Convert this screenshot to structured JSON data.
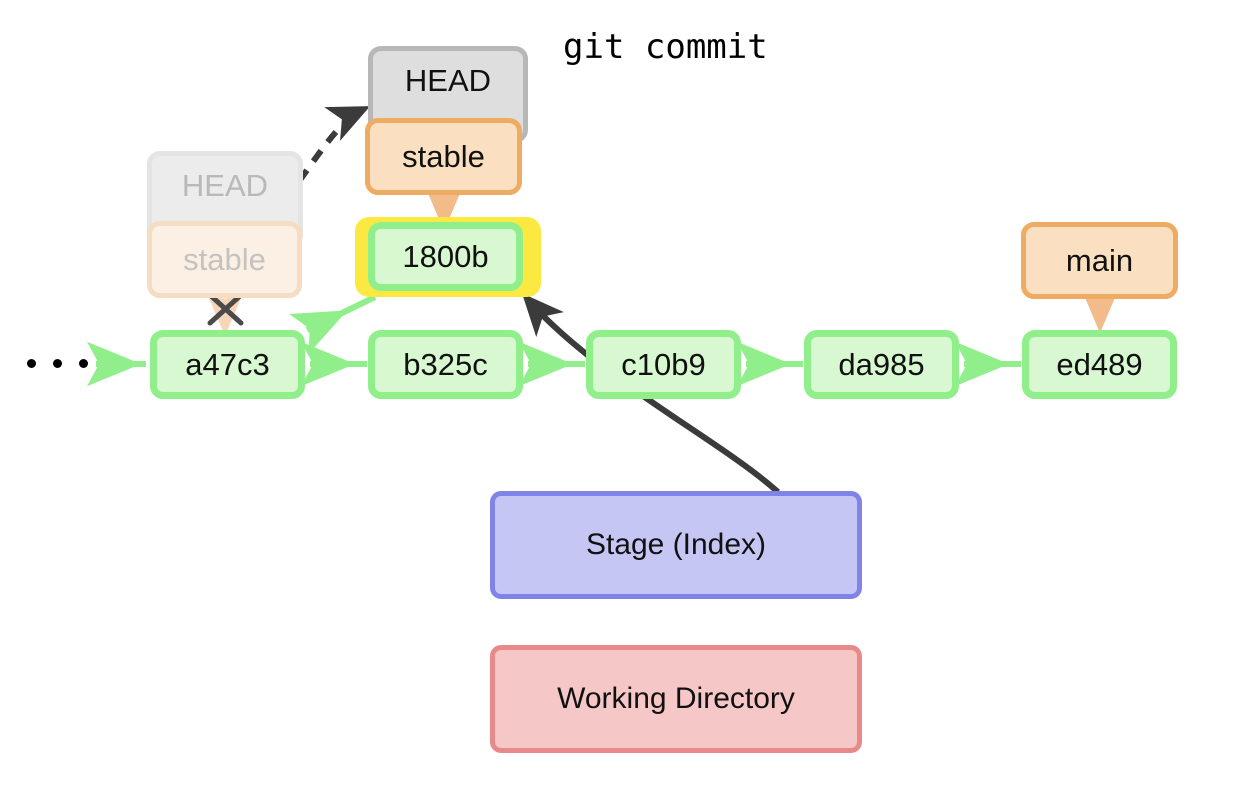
{
  "title": "git commit",
  "colors": {
    "commit_fill": "#d7f8d0",
    "commit_border": "#90ef8a",
    "ref_fill": "#fae0c0",
    "ref_border": "#edab63",
    "head_fill": "#dedede",
    "head_border": "#b7b7b7",
    "highlight": "#fbe942",
    "stage_fill": "#c5c6f4",
    "stage_border": "#8084e8",
    "working_fill": "#f6c7c7",
    "working_border": "#e88a8a",
    "arrow_dark": "#3b3b3b",
    "arrow_green": "#90ef8a",
    "arrow_orange": "#f2bc8a"
  },
  "commits": [
    {
      "label": "a47c3"
    },
    {
      "label": "b325c"
    },
    {
      "label": "c10b9"
    },
    {
      "label": "da985"
    },
    {
      "label": "ed489"
    },
    {
      "label": "1800b"
    }
  ],
  "refs": {
    "head_current": "HEAD",
    "stable_current": "stable",
    "head_ghost": "HEAD",
    "stable_ghost": "stable",
    "main": "main"
  },
  "areas": {
    "stage": "Stage (Index)",
    "working": "Working Directory"
  },
  "ellipsis": "...",
  "markers": {
    "detached": "×"
  }
}
